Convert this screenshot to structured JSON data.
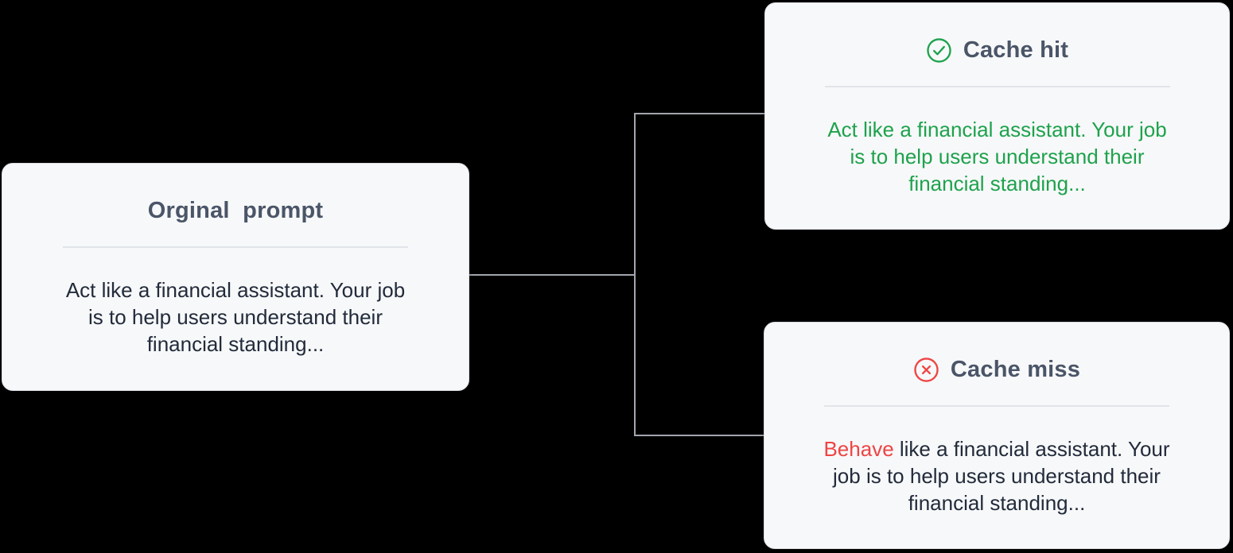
{
  "colors": {
    "bg": "#000000",
    "card-bg": "#f7f8f9",
    "connector": "#a2a6ae",
    "green": "#1ea24d",
    "red": "#ef4444",
    "title": "#4a5568",
    "body-dark": "#222b3b"
  },
  "cards": {
    "original": {
      "title": "Orginal  prompt",
      "body": "Act like a financial assistant. Your job\nis to help users understand their\nfinancial standing..."
    },
    "cache_hit": {
      "title": "Cache hit",
      "icon": "check-circle-icon",
      "body": "Act like a financial assistant. Your job\nis to help users understand their\nfinancial standing..."
    },
    "cache_miss": {
      "title": "Cache miss",
      "icon": "x-circle-icon",
      "body_highlight": "Behave",
      "body_rest": " like a financial assistant. Your\njob is to help users understand their\nfinancial standing..."
    }
  }
}
